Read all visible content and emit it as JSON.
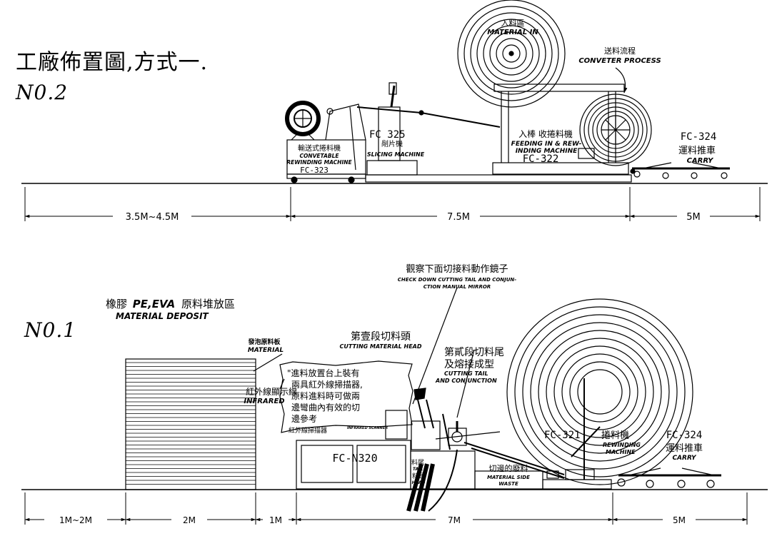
{
  "title": "工廠佈置圖,方式一.",
  "layout2": {
    "label": "N0.2",
    "material_in_cn": "入料區",
    "material_in_en": "MATERIAL IN",
    "process_cn": "送料流程",
    "process_en": "CONVETER PROCESS",
    "fc323_cn": "輸送式捲料機",
    "fc323_en1": "CONVETABLE",
    "fc323_en2": "REWINDING MACHINE",
    "fc323": "FC-323",
    "fc325": "FC 325",
    "fc325_cn": "剮片機",
    "fc325_en": "SLICING MACHINE",
    "fc322_cn": "入棒 收捲料機",
    "fc322_en1": "FEEDING IN & REW-",
    "fc322_en2": "INDING MACHINE",
    "fc322": "FC-322",
    "fc324": "FC-324",
    "fc324_cn": "運料推車",
    "fc324_en": "CARRY",
    "dims": [
      "3.5M~4.5M",
      "7.5M",
      "5M"
    ]
  },
  "layout1": {
    "label": "N0.1",
    "mirror_cn": "觀察下面切接料動作鏡子",
    "mirror_en1": "CHECK DOWN CUTTING TAIL AND CONJUN-",
    "mirror_en2": "CTION MANUAL MIRROR",
    "deposit_cn_a": "橡膠",
    "deposit_pe": "PE,EVA",
    "deposit_cn_b": "原料堆放區",
    "deposit_en": "MATERIAL DEPOSIT",
    "board_cn": "發泡原料板",
    "board_en": "MATERIAL",
    "infrared_cn": "紅外線顯示線",
    "infrared_en": "INFRARED",
    "note_lines": [
      "\"進料放置台上裝有",
      "兩具紅外線掃描器,",
      "原料進料時可做兩",
      "邊彎曲內有效的切",
      "邊參考"
    ],
    "scanner_cn": "紅外線掃描器",
    "scanner_en": "INFRARED SCANNER",
    "cut_head_cn": "第壹段切料頭",
    "cut_head_en": "CUTTING MATERIAL HEAD",
    "cut_tail_cn1": "第貳段切料尾",
    "cut_tail_cn2": "及熔接成型",
    "cut_tail_en1": "CUTTING TAIL",
    "cut_tail_en2": "AND CONJUNCTION",
    "fcn320": "FC-N320",
    "tail_cn": "料尾",
    "tail_en": "TAIL",
    "head_cn": "料頭",
    "head_en": "HEAD",
    "waste_cn": "切邊的廢料",
    "waste_en1": "MATERIAL SIDE",
    "waste_en2": "WASTE",
    "fc321": "FC-321",
    "fc321_cn": "捲料機",
    "fc321_en": "REWINDING",
    "fc321_en2": "MACHINE",
    "fc324": "FC-324",
    "fc324_cn": "運料推車",
    "fc324_en": "CARRY",
    "dims": [
      "1M~2M",
      "2M",
      "1M",
      "7M",
      "5M"
    ]
  }
}
